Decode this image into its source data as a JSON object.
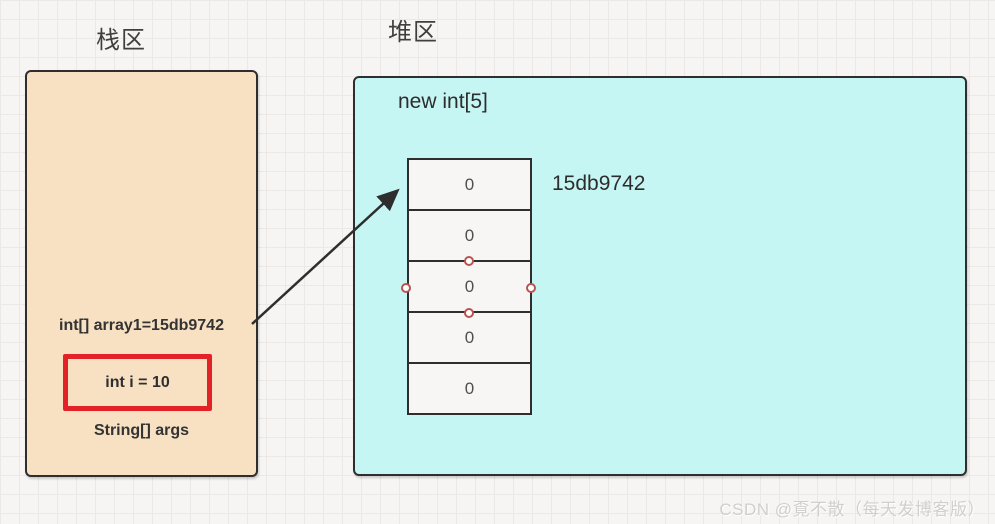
{
  "titles": {
    "stack": "栈区",
    "heap": "堆区"
  },
  "stack_box": {
    "array_ref": "int[] array1=15db9742",
    "int_var": "int i = 10",
    "args": "String[] args"
  },
  "heap_box": {
    "allocation": "new int[5]",
    "address": "15db9742",
    "cells": [
      "0",
      "0",
      "0",
      "0",
      "0"
    ]
  },
  "watermark": "CSDN @覔不散（每天发博客版）",
  "colors": {
    "stack_fill": "#f8e0c3",
    "heap_fill": "#c5f6f3",
    "highlight_border": "#e32228",
    "shape_border": "#2e2e2e",
    "selection_handle": "#b85450",
    "canvas_bg": "#f7f5f4"
  }
}
